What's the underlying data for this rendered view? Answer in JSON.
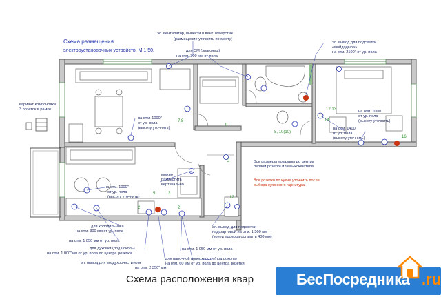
{
  "title": {
    "line1": "Схема размещения",
    "line2": "электроустановочных устройств, М 1:50."
  },
  "caption": "Схема расположения квар",
  "watermark": {
    "main": "БесПосредника",
    "suffix": ".ru"
  },
  "legend_note": {
    "line1": "вариант компоновки",
    "line2": "3 розеток в рамке"
  },
  "notes": {
    "fan1": "эл. вентилятор, вывести в вент. отверстие",
    "fan2": "(размещение уточнить по месту)",
    "cm1": "для СМ (элагоязщ)",
    "cm2": "на отм. 300 мм от пола",
    "mirror1": "эл. вывод для подсветки",
    "mirror2": "«мойдодыра»",
    "mirror3": "на отм. 2100\" от ур. пола",
    "tv1": "на отм. 1000\"",
    "tv2": "от ур. пола",
    "tv3": "(высоту уточнить)",
    "bed1": "на отм. 1000",
    "bed2": "от ур. пола",
    "bed3": "(высоту уточнить)",
    "bed4": "на отм. 1400",
    "bed5": "от ур. пола",
    "bed6": "(высоту уточнить)",
    "k1": "на отм. 1000\"",
    "k2": "от ур. пола",
    "k3": "(высоту уточнить)",
    "move1": "можно",
    "move2": "разместить",
    "move3": "вертикально",
    "info1": "Все размеры показаны до центра",
    "info2": "первой розетки или выключателя.",
    "info3": "Все розетки по кухне уточнить после",
    "info4": "выбора кухонного гарнитура.",
    "fridge1": "для холодильника",
    "fridge2": "на отм. 300 мм от ур. пола",
    "h1050a": "на отм. 1 050 мм от ур. пола",
    "plinth1": "для духовки (под цоколь)",
    "plinth2": "на отм. 1 000\"мм от ур. пола до центра розетки",
    "hood1": "эл. вывод для воздухоочистителя",
    "hood2": "на отм. 2 350\" мм",
    "h1050b": "на отм. 1 050 мм от ур. пола",
    "stove1": "для варочной поверхности (под цоколь)",
    "stove2": "на отм. 60 мм от ур. пола до центра розетки",
    "light1": "эл. вывод для подсветки",
    "light2": "надфартовой на отм. 1 500 мм",
    "light3": "(конец провода оставить 400 мм)"
  },
  "markers": {
    "m78": "7,8",
    "m9": "9",
    "m1213": "12,13",
    "m14": "14",
    "m10": "8, 10(10)",
    "m2a": "2",
    "m2b": "2",
    "m5": "5",
    "m3": "3",
    "m112": "1,12",
    "m2c": "2",
    "m16": "16"
  },
  "colors": {
    "wall": "#c9c9c9",
    "note": "#1f2a66",
    "accent_red": "#cc3311",
    "window": "#8fbf8f",
    "watermark_bg": "#2a7fd4",
    "watermark_suffix": "#ff8800"
  }
}
